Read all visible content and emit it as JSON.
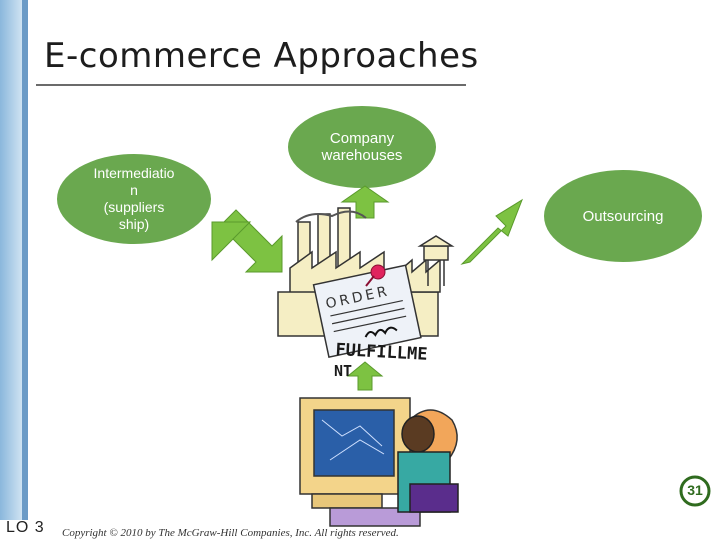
{
  "slide": {
    "title": "E-commerce Approaches",
    "nodes": {
      "intermediation": "Intermediatio\nn\n(suppliers\nship)",
      "company_warehouses": "Company\nwarehouses",
      "outsourcing": "Outsourcing"
    },
    "order_label": "ORDER",
    "fulfillment_line1": "FULFILLME",
    "fulfillment_line2": "NT",
    "footer": {
      "lo": "LO 3",
      "copyright": "Copyright © 2010 by The McGraw-Hill Companies, Inc. All rights reserved."
    },
    "page_number": "31"
  },
  "colors": {
    "node_fill": "#6aa84f",
    "arrow_fill": "#7dc242",
    "side_bar": "#8ab7dc"
  }
}
